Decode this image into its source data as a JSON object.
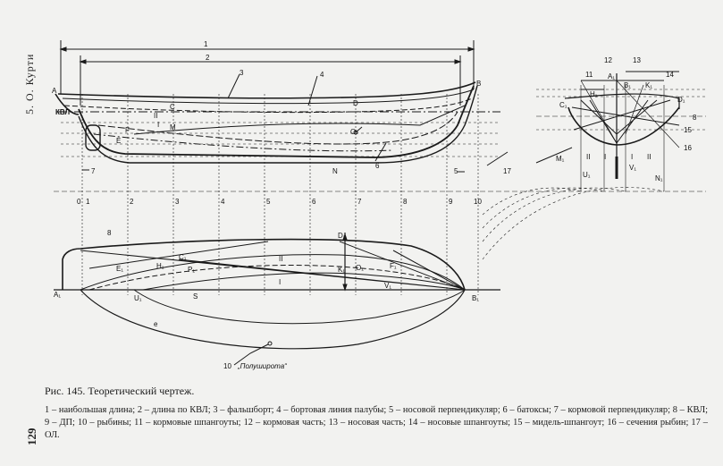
{
  "running_head": "5. О. Курти",
  "page_number": "129",
  "caption": "Рис. 145. Теоретический чертеж.",
  "legend": "1 – наибольшая длина; 2 – длина по КВЛ; 3 – фальшборт; 4 – бортовая линия палубы; 5 – носовой перпендикуляр; 6 – батоксы; 7 – кормовой перпендикуляр; 8 – КВЛ; 9 – ДП; 10 – рыбины; 11 – кормовые шпангоуты; 12 – кормовая часть; 13 – носовая часть; 14 – носовые шпангоуты; 15 – мидель-шпангоут; 16 – сечения рыбин; 17 – ОЛ.",
  "profile": {
    "dim_labels": [
      "1",
      "2"
    ],
    "callouts": [
      "3",
      "4",
      "5",
      "6",
      "7"
    ],
    "waterline_label": "КВЛ",
    "point_labels": [
      "A",
      "B",
      "C",
      "D",
      "E",
      "F",
      "M",
      "N",
      "O",
      "I",
      "II"
    ],
    "station_labels": [
      "0",
      "1",
      "2",
      "3",
      "4",
      "5",
      "6",
      "7",
      "8",
      "9",
      "10"
    ]
  },
  "halfbreadth": {
    "callouts": [
      "8"
    ],
    "point_labels": [
      "A₁",
      "B₁",
      "C₁",
      "D₁",
      "E₁",
      "H₁",
      "P₁",
      "U₁",
      "K₁",
      "O₁",
      "S",
      "e",
      "I",
      "II",
      "F₁",
      "V₁"
    ],
    "fish_label": "10",
    "fish_text": "„Полуширота“"
  },
  "body_plan": {
    "callouts": [
      "11",
      "12",
      "13",
      "14",
      "15",
      "16",
      "17",
      "8"
    ],
    "point_labels": [
      "A₁",
      "B₁",
      "C₁",
      "D₁",
      "H₁",
      "K₁",
      "M₁",
      "N₁",
      "U₁",
      "V₁",
      "I",
      "II",
      "I",
      "II"
    ]
  }
}
